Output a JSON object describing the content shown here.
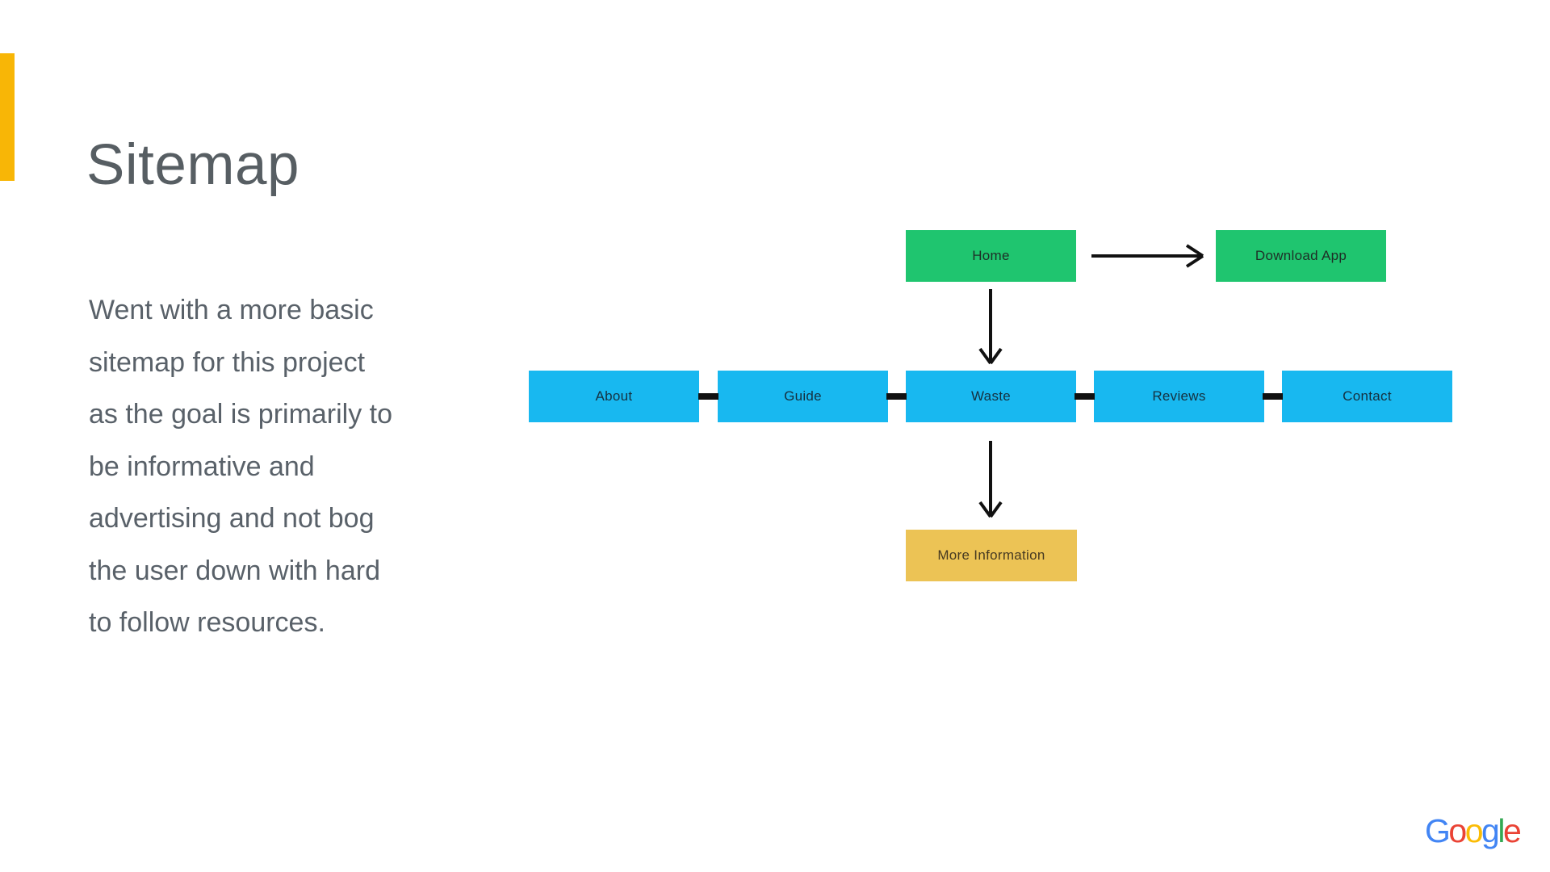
{
  "slide": {
    "title": "Sitemap",
    "body_text": "Went with a more basic\nsitemap for this project\nas the goal is primarily to\nbe informative and\nadvertising and not bog\nthe user down with hard\nto follow resources."
  },
  "colors": {
    "accent_bar": "#F8B606",
    "node_green": "#1FC56F",
    "node_blue": "#18B8F0",
    "node_yellow": "#ECC355",
    "connector": "#111111",
    "title_text": "#575E63",
    "body_text": "#596169"
  },
  "sitemap": {
    "top_row": [
      {
        "label": "Home"
      },
      {
        "label": "Download App"
      }
    ],
    "mid_row": [
      {
        "label": "About"
      },
      {
        "label": "Guide"
      },
      {
        "label": "Waste"
      },
      {
        "label": "Reviews"
      },
      {
        "label": "Contact"
      }
    ],
    "bottom_row": [
      {
        "label": "More Information"
      }
    ]
  },
  "footer": {
    "brand": "Google",
    "letters": [
      {
        "char": "G",
        "color": "#4285F4"
      },
      {
        "char": "o",
        "color": "#EA4335"
      },
      {
        "char": "o",
        "color": "#FBBC05"
      },
      {
        "char": "g",
        "color": "#4285F4"
      },
      {
        "char": "l",
        "color": "#34A853"
      },
      {
        "char": "e",
        "color": "#EA4335"
      }
    ]
  }
}
